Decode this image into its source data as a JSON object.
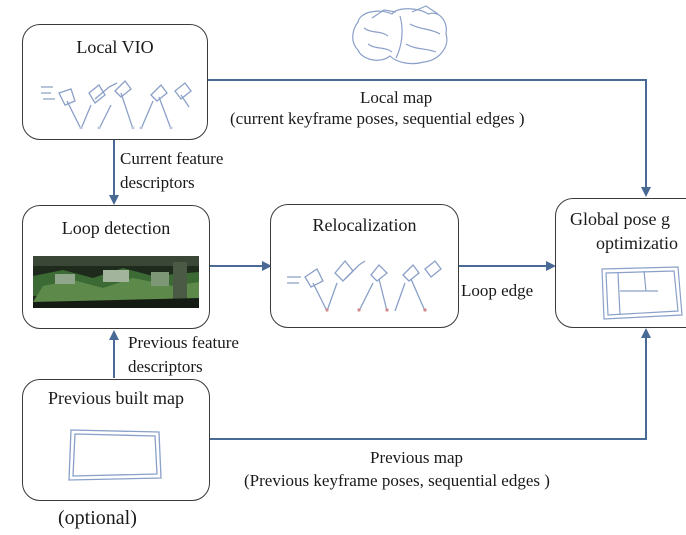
{
  "nodes": {
    "local_vio": {
      "title": "Local VIO"
    },
    "loop_detection": {
      "title": "Loop detection"
    },
    "relocalization": {
      "title": "Relocalization"
    },
    "global_pose": {
      "title_line1": "Global pose g",
      "title_line2": "optimizatio"
    },
    "previous_map": {
      "title": "Previous built map"
    }
  },
  "edges": {
    "local_map": {
      "line1": "Local map",
      "line2": "(current keyframe poses, sequential edges )"
    },
    "current_feature": {
      "line1": "Current feature",
      "line2": "descriptors"
    },
    "loop_edge": {
      "label": "Loop edge"
    },
    "previous_feature": {
      "line1": "Previous feature",
      "line2": "descriptors"
    },
    "previous_map": {
      "line1": "Previous map",
      "line2": "(Previous keyframe poses, sequential edges )"
    }
  },
  "notes": {
    "optional": "(optional)"
  },
  "colors": {
    "arrow": "#4a6a96",
    "box_border": "#3a3a3a",
    "sketch": "#8aa0c8",
    "photo": "#2f4a2f"
  },
  "icons": {
    "pose_sketch": "camera-trajectory-icon",
    "map_sketch": "point-cloud-map-icon",
    "image_thumb": "scene-photo-icon"
  }
}
